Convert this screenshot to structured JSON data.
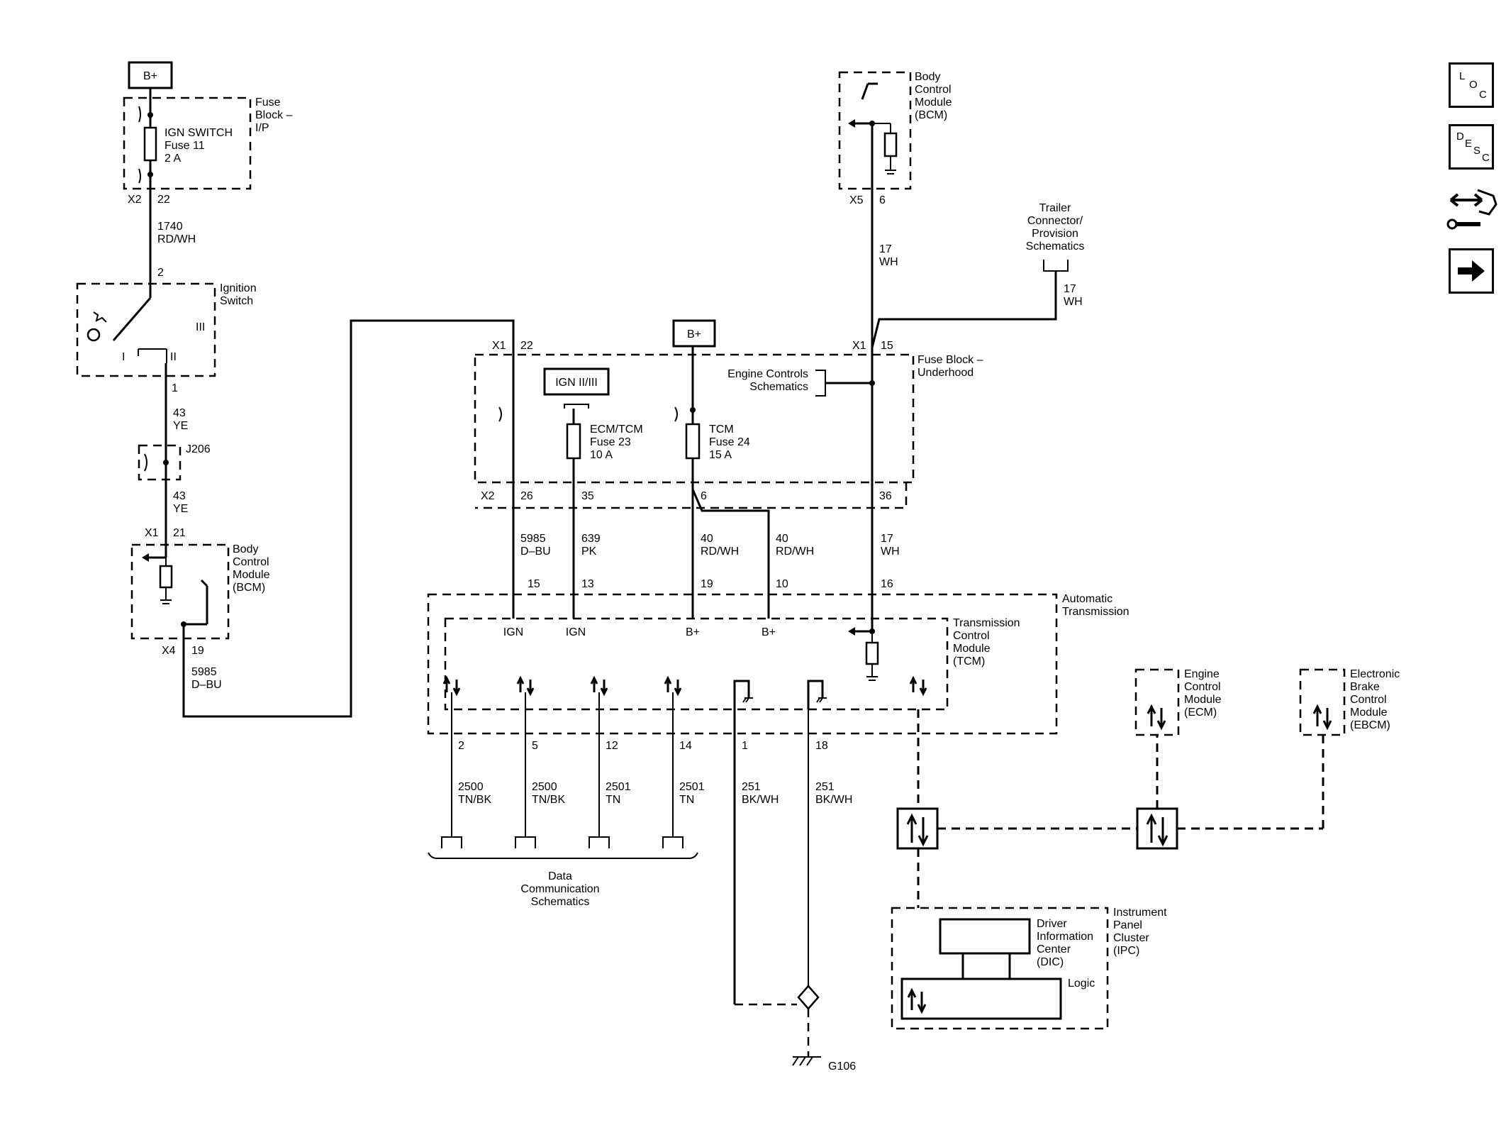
{
  "power": {
    "bplus_left": "B+",
    "bplus_center": "B+",
    "ign_relay": "IGN II/III"
  },
  "fuse_block_ip": {
    "title_l1": "Fuse",
    "title_l2": "Block –",
    "title_l3": "I/P",
    "fuse_name": "IGN SWITCH",
    "fuse_num": "Fuse 11",
    "fuse_amp": "2 A",
    "conn": "X2",
    "pin": "22"
  },
  "wire_1740": {
    "num": "1740",
    "color": "RD/WH"
  },
  "ignition_switch": {
    "title_l1": "Ignition",
    "title_l2": "Switch",
    "pin_in": "2",
    "pin_out": "1",
    "pos_1": "I",
    "pos_2": "II",
    "pos_3": "III"
  },
  "wire_43_a": {
    "num": "43",
    "color": "YE"
  },
  "splice": {
    "label": "J206"
  },
  "wire_43_b": {
    "num": "43",
    "color": "YE"
  },
  "bcm_left": {
    "conn_top": "X1",
    "pin_top": "21",
    "title_l1": "Body",
    "title_l2": "Control",
    "title_l3": "Module",
    "title_l4": "(BCM)",
    "conn_bottom": "X4",
    "pin_bottom": "19"
  },
  "wire_5985_left": {
    "num": "5985",
    "color": "D–BU"
  },
  "bcm_top": {
    "title_l1": "Body",
    "title_l2": "Control",
    "title_l3": "Module",
    "title_l4": "(BCM)",
    "conn": "X5",
    "pin": "6"
  },
  "wire_17_top": {
    "num": "17",
    "color": "WH"
  },
  "trailer": {
    "l1": "Trailer",
    "l2": "Connector/",
    "l3": "Provision",
    "l4": "Schematics"
  },
  "wire_17_trailer": {
    "num": "17",
    "color": "WH"
  },
  "fuse_block_underhood": {
    "title_l1": "Fuse Block –",
    "title_l2": "Underhood",
    "x1_conn": "X1",
    "x1_pin_22": "22",
    "x1_pin_15": "15",
    "x2_conn": "X2",
    "x2_pin_26": "26",
    "x2_pin_35": "35",
    "x2_pin_6": "6",
    "x2_pin_36": "36",
    "engine_controls_l1": "Engine Controls",
    "engine_controls_l2": "Schematics",
    "fuse23_name": "ECM/TCM",
    "fuse23_num": "Fuse 23",
    "fuse23_amp": "10 A",
    "fuse24_name": "TCM",
    "fuse24_num": "Fuse 24",
    "fuse24_amp": "15 A"
  },
  "mid_wires": {
    "w5985_num": "5985",
    "w5985_color": "D–BU",
    "w639_num": "639",
    "w639_color": "PK",
    "w40a_num": "40",
    "w40a_color": "RD/WH",
    "w40b_num": "40",
    "w40b_color": "RD/WH",
    "w17_num": "17",
    "w17_color": "WH"
  },
  "tcm": {
    "auto_l1": "Automatic",
    "auto_l2": "Transmission",
    "title_l1": "Transmission",
    "title_l2": "Control",
    "title_l3": "Module",
    "title_l4": "(TCM)",
    "pin_15": "15",
    "pin_13": "13",
    "pin_19": "19",
    "pin_10": "10",
    "pin_16": "16",
    "ign_1": "IGN",
    "ign_2": "IGN",
    "bplus_1": "B+",
    "bplus_2": "B+"
  },
  "bottom_wires": {
    "pin_2": "2",
    "pin_5": "5",
    "pin_12": "12",
    "pin_14": "14",
    "pin_1": "1",
    "pin_18": "18",
    "w2500a_num": "2500",
    "w2500a_color": "TN/BK",
    "w2500b_num": "2500",
    "w2500b_color": "TN/BK",
    "w2501a_num": "2501",
    "w2501a_color": "TN",
    "w2501b_num": "2501",
    "w2501b_color": "TN",
    "w251a_num": "251",
    "w251a_color": "BK/WH",
    "w251b_num": "251",
    "w251b_color": "BK/WH"
  },
  "data_comm": {
    "l1": "Data",
    "l2": "Communication",
    "l3": "Schematics"
  },
  "ground": {
    "label": "G106"
  },
  "ecm": {
    "l1": "Engine",
    "l2": "Control",
    "l3": "Module",
    "l4": "(ECM)"
  },
  "ebcm": {
    "l1": "Electronic",
    "l2": "Brake",
    "l3": "Control",
    "l4": "Module",
    "l5": "(EBCM)"
  },
  "ipc": {
    "l1": "Instrument",
    "l2": "Panel",
    "l3": "Cluster",
    "l4": "(IPC)",
    "dic_l1": "Driver",
    "dic_l2": "Information",
    "dic_l3": "Center",
    "dic_l4": "(DIC)",
    "logic": "Logic"
  },
  "side_icons": {
    "loc": {
      "l": "L",
      "o": "O",
      "c": "C",
      "icon": "location-icon"
    },
    "desc": {
      "d": "D",
      "e": "E",
      "s": "S",
      "c": "C",
      "icon": "description-icon"
    },
    "connector": {
      "icon": "connector-tools-icon"
    },
    "next": {
      "icon": "arrow-right-icon"
    }
  }
}
